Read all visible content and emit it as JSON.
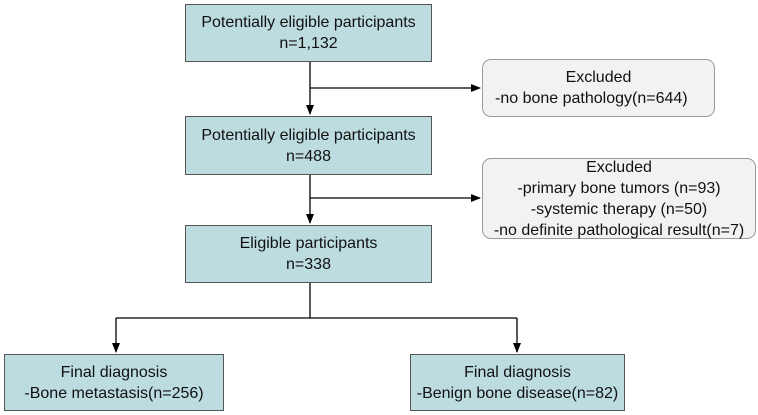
{
  "boxes": {
    "step1": {
      "title": "Potentially eligible participants",
      "count": "n=1,132"
    },
    "excluded1": {
      "title": "Excluded",
      "reasons": [
        "-no bone pathology(n=644)"
      ]
    },
    "step2": {
      "title": "Potentially eligible participants",
      "count": "n=488"
    },
    "excluded2": {
      "title": "Excluded",
      "reasons": [
        "-primary bone tumors (n=93)",
        "-systemic therapy (n=50)",
        "-no definite pathological result(n=7)"
      ]
    },
    "step3": {
      "title": "Eligible participants",
      "count": "n=338"
    },
    "final_left": {
      "title": "Final diagnosis",
      "detail": "-Bone metastasis(n=256)"
    },
    "final_right": {
      "title": "Final diagnosis",
      "detail": "-Benign bone disease(n=82)"
    }
  },
  "colors": {
    "main_box_fill": "#bcdce0",
    "excluded_box_fill": "#f2f2f2",
    "connector": "#000000"
  }
}
